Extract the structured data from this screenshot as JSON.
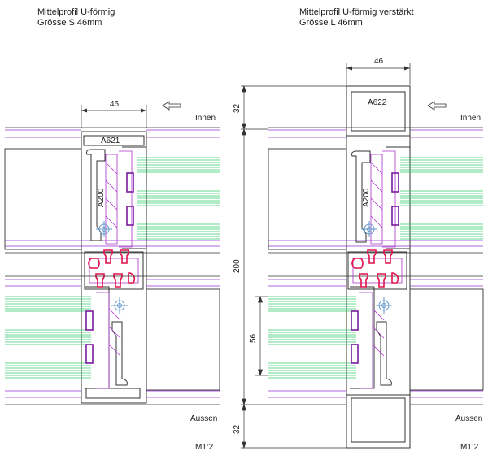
{
  "left": {
    "title_line1": "Mittelprofil U-förmig",
    "title_line2": "Grösse S  46mm",
    "width_dim": "46",
    "top_profile_label": "A621",
    "insert_label": "A200",
    "inside_label": "Innen",
    "outside_label": "Aussen",
    "scale": "M1:2"
  },
  "right": {
    "title_line1": "Mittelprofil U-förmig verstärkt",
    "title_line2": "Grösse L  46mm",
    "width_dim": "46",
    "top_profile_label": "A622",
    "insert_label": "A200",
    "inside_label": "Innen",
    "outside_label": "Aussen",
    "scale": "M1:2",
    "dims": {
      "top": "32",
      "middle": "200",
      "inner": "56",
      "bottom": "32"
    }
  },
  "colors": {
    "outline": "#333333",
    "glass_green": "#33cc66",
    "gasket_magenta": "#cc33cc",
    "insert_red": "#e0104a",
    "screw_blue": "#6699cc"
  }
}
